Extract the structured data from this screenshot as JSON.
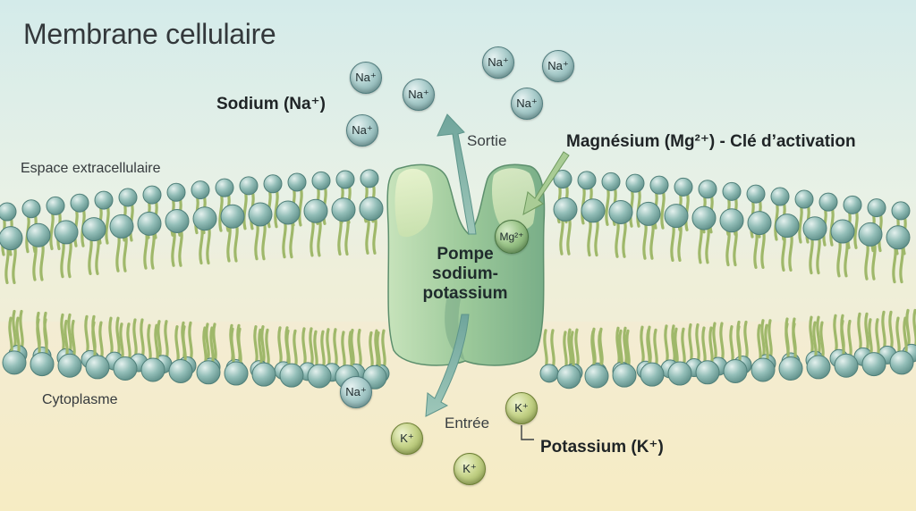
{
  "title": "Membrane cellulaire",
  "regions": {
    "extracellular": "Espace extracellulaire",
    "cytoplasm": "Cytoplasme"
  },
  "labels": {
    "sodium": "Sodium (Na⁺)",
    "magnesium": "Magnésium (Mg²⁺) - Clé d’activation",
    "potassium": "Potassium (K⁺)",
    "exit": "Sortie",
    "entry": "Entrée",
    "pump_line1": "Pompe",
    "pump_line2": "sodium-",
    "pump_line3": "potassium"
  },
  "ions": {
    "na": "Na⁺",
    "k": "K⁺",
    "mg": "Mg²⁺"
  },
  "colors": {
    "extracellular_top": "#d6ecec",
    "cytoplasm_bottom": "#f6ecc2",
    "lipid_head": "#7fb1ab",
    "lipid_tail": "#9fb86a",
    "pump": "#a9d0a6",
    "arrow": "#7fb2a8"
  }
}
